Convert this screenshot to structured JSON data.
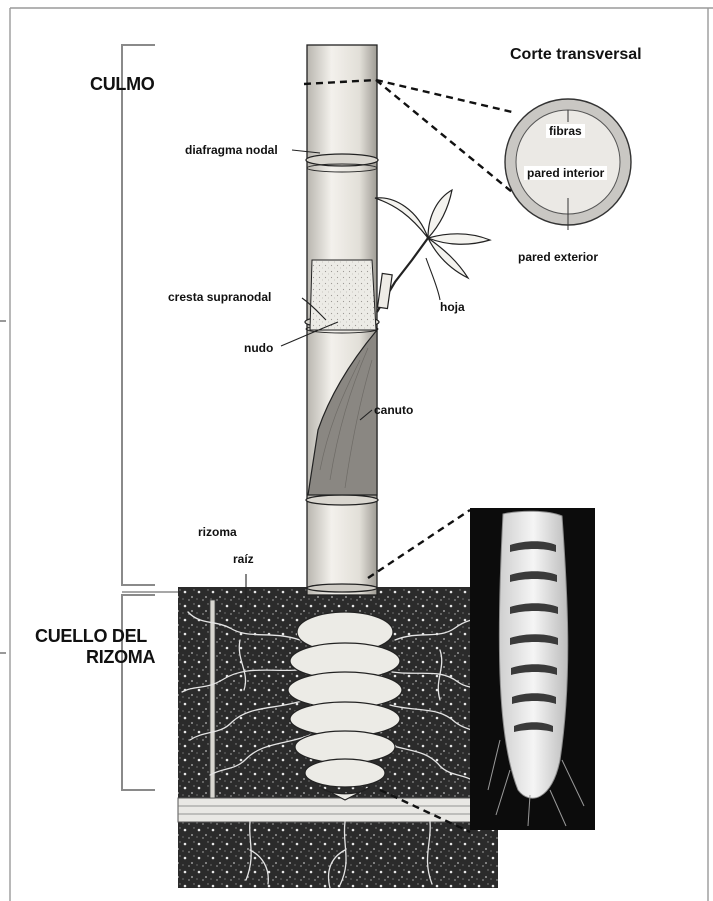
{
  "labels": {
    "culmo": "CULMO",
    "cuello_line1": "CUELLO DEL",
    "cuello_line2": "RIZOMA",
    "corte_transversal": "Corte transversal",
    "fibras": "fibras",
    "pared_interior": "pared interior",
    "pared_exterior": "pared exterior",
    "diafragma_nodal": "diafragma nodal",
    "cresta_supranodal": "cresta supranodal",
    "nudo": "nudo",
    "hoja": "hoja",
    "canuto": "canuto",
    "rizoma": "rizoma",
    "raiz": "raíz"
  },
  "colors": {
    "ink": "#111111",
    "soil": "#2b2b2b",
    "stem": "#e9e6df",
    "sheath": "#8a8782",
    "ring_outer": "#c9c7c3",
    "ring_inner": "#ebe9e5",
    "photo_bg": "#0c0c0c",
    "frame": "#9a9a9a"
  }
}
